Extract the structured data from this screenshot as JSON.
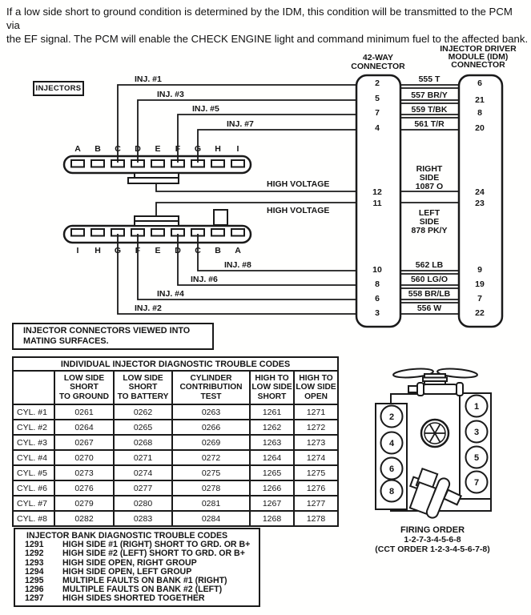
{
  "note": {
    "line1": "If a low side short to ground condition is determined by the IDM, this condition will be transmitted to the PCM via",
    "line2": "the EF signal. The PCM will enable the CHECK ENGINE light and command minimum fuel to the affected bank."
  },
  "wiring": {
    "injectors_label": "INJECTORS",
    "high_voltage_top": "HIGH VOLTAGE",
    "high_voltage_bottom": "HIGH VOLTAGE",
    "connector42_title": {
      "l1": "42-WAY",
      "l2": "CONNECTOR"
    },
    "idm_title": {
      "l1": "INJECTOR DRIVER",
      "l2": "MODULE (IDM)",
      "l3": "CONNECTOR"
    },
    "top_pins": [
      "A",
      "B",
      "C",
      "D",
      "E",
      "F",
      "G",
      "H",
      "I"
    ],
    "bottom_pins": [
      "I",
      "H",
      "G",
      "F",
      "E",
      "D",
      "C",
      "B",
      "A"
    ],
    "top_wires": [
      {
        "inj": "INJ. #1",
        "pin": "2",
        "wire": "555 T",
        "idm": "6"
      },
      {
        "inj": "INJ. #3",
        "pin": "5",
        "wire": "557 BR/Y",
        "idm": "21"
      },
      {
        "inj": "INJ. #5",
        "pin": "7",
        "wire": "559 T/BK",
        "idm": "8"
      },
      {
        "inj": "INJ. #7",
        "pin": "4",
        "wire": "561 T/R",
        "idm": "20"
      }
    ],
    "mid_wires": [
      {
        "pin": "12",
        "l1": "RIGHT",
        "l2": "SIDE",
        "l3": "1087 O",
        "idm": "24"
      },
      {
        "pin": "11",
        "l1": "LEFT",
        "l2": "SIDE",
        "l3": "878 PK/Y",
        "idm": "23"
      }
    ],
    "bottom_wires": [
      {
        "inj": "INJ. #8",
        "pin": "10",
        "wire": "562 LB",
        "idm": "9"
      },
      {
        "inj": "INJ. #6",
        "pin": "8",
        "wire": "560 LG/O",
        "idm": "19"
      },
      {
        "inj": "INJ. #4",
        "pin": "6",
        "wire": "558 BR/LB",
        "idm": "7"
      },
      {
        "inj": "INJ. #2",
        "pin": "3",
        "wire": "556 W",
        "idm": "22"
      }
    ],
    "viewed_note": {
      "line1": "INJECTOR CONNECTORS VIEWED INTO",
      "line2": "MATING SURFACES."
    }
  },
  "dtc_table": {
    "title": "INDIVIDUAL INJECTOR DIAGNOSTIC TROUBLE CODES",
    "headers": [
      {
        "l1": "LOW SIDE",
        "l2": "SHORT",
        "l3": "TO GROUND"
      },
      {
        "l1": "LOW SIDE",
        "l2": "SHORT",
        "l3": "TO BATTERY"
      },
      {
        "l1": "CYLINDER",
        "l2": "CONTRIBUTION",
        "l3": "TEST"
      },
      {
        "l1": "HIGH TO",
        "l2": "LOW SIDE",
        "l3": "SHORT"
      },
      {
        "l1": "HIGH TO",
        "l2": "LOW SIDE",
        "l3": "OPEN"
      }
    ],
    "rows": [
      {
        "cyl": "CYL. #1",
        "c1": "0261",
        "c2": "0262",
        "c3": "0263",
        "c4": "1261",
        "c5": "1271"
      },
      {
        "cyl": "CYL. #2",
        "c1": "0264",
        "c2": "0265",
        "c3": "0266",
        "c4": "1262",
        "c5": "1272"
      },
      {
        "cyl": "CYL. #3",
        "c1": "0267",
        "c2": "0268",
        "c3": "0269",
        "c4": "1263",
        "c5": "1273"
      },
      {
        "cyl": "CYL. #4",
        "c1": "0270",
        "c2": "0271",
        "c3": "0272",
        "c4": "1264",
        "c5": "1274"
      },
      {
        "cyl": "CYL. #5",
        "c1": "0273",
        "c2": "0274",
        "c3": "0275",
        "c4": "1265",
        "c5": "1275"
      },
      {
        "cyl": "CYL. #6",
        "c1": "0276",
        "c2": "0277",
        "c3": "0278",
        "c4": "1266",
        "c5": "1276"
      },
      {
        "cyl": "CYL. #7",
        "c1": "0279",
        "c2": "0280",
        "c3": "0281",
        "c4": "1267",
        "c5": "1277"
      },
      {
        "cyl": "CYL. #8",
        "c1": "0282",
        "c2": "0283",
        "c3": "0284",
        "c4": "1268",
        "c5": "1278"
      }
    ]
  },
  "bank_codes": {
    "title": "INJECTOR BANK DIAGNOSTIC TROUBLE CODES",
    "items": [
      {
        "code": "1291",
        "desc": "HIGH SIDE #1 (RIGHT) SHORT TO GRD. OR B+"
      },
      {
        "code": "1292",
        "desc": "HIGH SIDE #2 (LEFT) SHORT TO GRD. OR B+"
      },
      {
        "code": "1293",
        "desc": "HIGH SIDE OPEN, RIGHT GROUP"
      },
      {
        "code": "1294",
        "desc": "HIGH SIDE OPEN, LEFT GROUP"
      },
      {
        "code": "1295",
        "desc": "MULTIPLE FAULTS ON BANK #1 (RIGHT)"
      },
      {
        "code": "1296",
        "desc": "MULTIPLE FAULTS ON BANK #2 (LEFT)"
      },
      {
        "code": "1297",
        "desc": "HIGH SIDES SHORTED TOGETHER"
      }
    ]
  },
  "engine": {
    "left_bank": [
      "2",
      "4",
      "6",
      "8"
    ],
    "right_bank": [
      "1",
      "3",
      "5",
      "7"
    ],
    "caption1": "FIRING ORDER",
    "caption2": "1-2-7-3-4-5-6-8",
    "caption3": "(CCT ORDER 1-2-3-4-5-6-7-8)"
  }
}
